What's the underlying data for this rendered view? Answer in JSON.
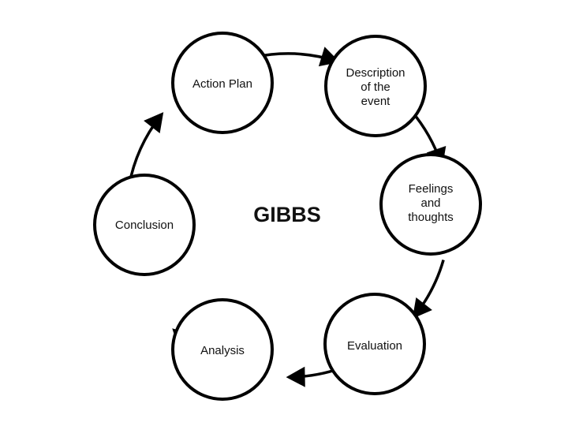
{
  "diagram": {
    "title": "GIBBS",
    "stages": [
      {
        "id": "description",
        "lines": [
          "Description",
          "of the",
          "event"
        ]
      },
      {
        "id": "feelings",
        "lines": [
          "Feelings",
          "and",
          "thoughts"
        ]
      },
      {
        "id": "evaluation",
        "lines": [
          "Evaluation"
        ]
      },
      {
        "id": "analysis",
        "lines": [
          "Analysis"
        ]
      },
      {
        "id": "conclusion",
        "lines": [
          "Conclusion"
        ]
      },
      {
        "id": "action-plan",
        "lines": [
          "Action Plan"
        ]
      }
    ],
    "edges": [
      {
        "from": "action-plan",
        "to": "description"
      },
      {
        "from": "description",
        "to": "feelings"
      },
      {
        "from": "feelings",
        "to": "evaluation"
      },
      {
        "from": "evaluation",
        "to": "analysis"
      },
      {
        "from": "analysis",
        "to": "conclusion"
      },
      {
        "from": "conclusion",
        "to": "action-plan"
      }
    ],
    "colors": {
      "stroke": "#000000",
      "fill": "#ffffff",
      "text": "#111111"
    }
  }
}
